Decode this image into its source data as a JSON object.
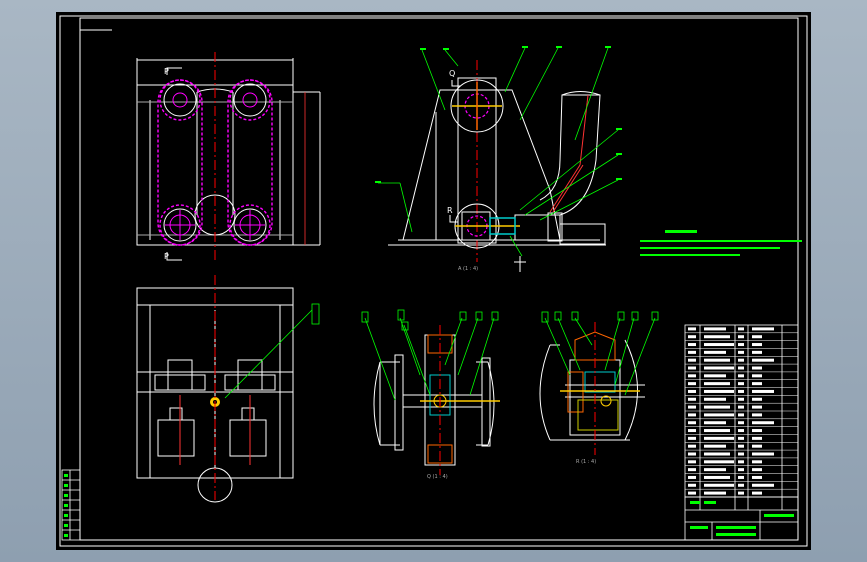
{
  "colors": {
    "viewport_bg": "#97a7b6",
    "paper": "#000000",
    "frame": "#ffffff",
    "leader": "#00ff00",
    "chain": "#ff00ff",
    "center": "#ff0000",
    "dim": "#ff3333",
    "note": "#00ff00",
    "note_green": "#22cc22"
  },
  "labels": {
    "section_left_top": "P",
    "section_left_bottom": "P",
    "section_q": "Q",
    "section_r": "R",
    "view_a_caption": "A (1 : 4)",
    "view_q_caption": "Q (1 : 4)",
    "view_r_caption": "R (1 : 4)",
    "title_block_name": "XXXXXXX"
  },
  "icons": {
    "sprocket": "sprocket-icon",
    "motor": "motor-icon",
    "bearing": "bearing-icon"
  }
}
